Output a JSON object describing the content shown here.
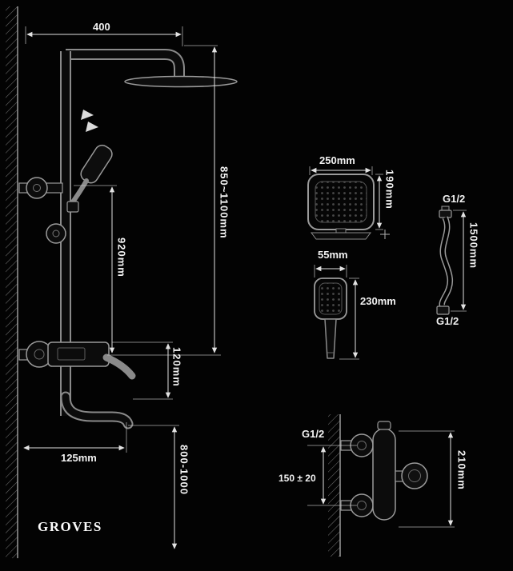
{
  "colors": {
    "background": "#030303",
    "line_art": "#9a9a9a",
    "dimension_text": "#f2f2f2"
  },
  "brand": {
    "name": "GROVES"
  },
  "shower_column": {
    "top_arm_width": "400",
    "adjustable_height": "850~1100mm",
    "riser_height": "920mm",
    "mixer_to_spout": "120mm",
    "spout_length": "125mm",
    "installation_height": "800-1000"
  },
  "overhead_shower": {
    "width": "250mm",
    "depth": "190mm"
  },
  "hand_shower": {
    "head_width": "55mm",
    "total_length": "230mm"
  },
  "shower_hose": {
    "top_thread": "G1/2",
    "length": "1500mm",
    "bottom_thread": "G1/2"
  },
  "mixer_valve": {
    "inlet_thread": "G1/2",
    "inlet_spacing": "150 ± 20",
    "overall_width": "210mm"
  }
}
